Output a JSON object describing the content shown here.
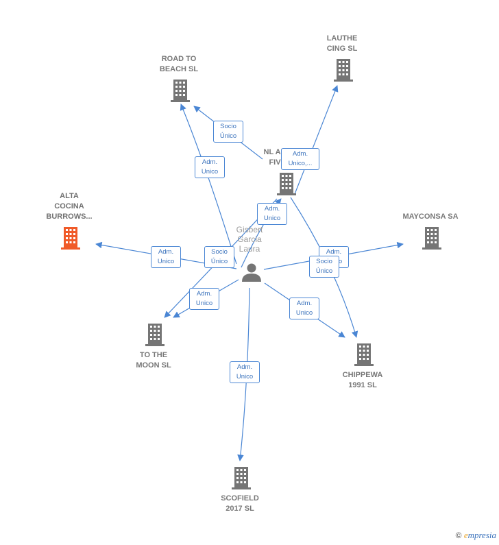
{
  "colors": {
    "edge": "#4a86d4",
    "company": "#757575",
    "highlight": "#f05a28",
    "person": "#757575"
  },
  "person": {
    "label": "Gisbert\nGarcia\nLaura"
  },
  "companies": {
    "road_to_beach": "ROAD TO\nBEACH  SL",
    "lauthe_cing": "LAUTHE\nCING SL",
    "nl_an_five": "NL AN\nFIV",
    "alta_cocina": "ALTA\nCOCINA\nBURROWS...",
    "mayconsa": "MAYCONSA SA",
    "to_the_moon": "TO THE\nMOON  SL",
    "chippewa": "CHIPPEWA\n1991  SL",
    "scofield": "SCOFIELD\n2017  SL"
  },
  "edges": {
    "socio_road": "Socio\nÚnico",
    "adm_road": "Adm.\nUnico",
    "adm_lauthe": "Adm.\nUnico,...",
    "adm_nl": "Adm.\nUnico",
    "adm_alta": "Adm.\nUnico",
    "socio_moon": "Socio\nÚnico",
    "adm_moon": "Adm.\nUnico",
    "adm_mayconsa": "Adm.\nUnico",
    "socio_chippewa": "Socio\nÚnico",
    "adm_chippewa": "Adm.\nUnico",
    "adm_scofield": "Adm.\nUnico"
  },
  "footer": {
    "copyright": "©",
    "brand_first": "e",
    "brand_rest": "mpresia"
  }
}
